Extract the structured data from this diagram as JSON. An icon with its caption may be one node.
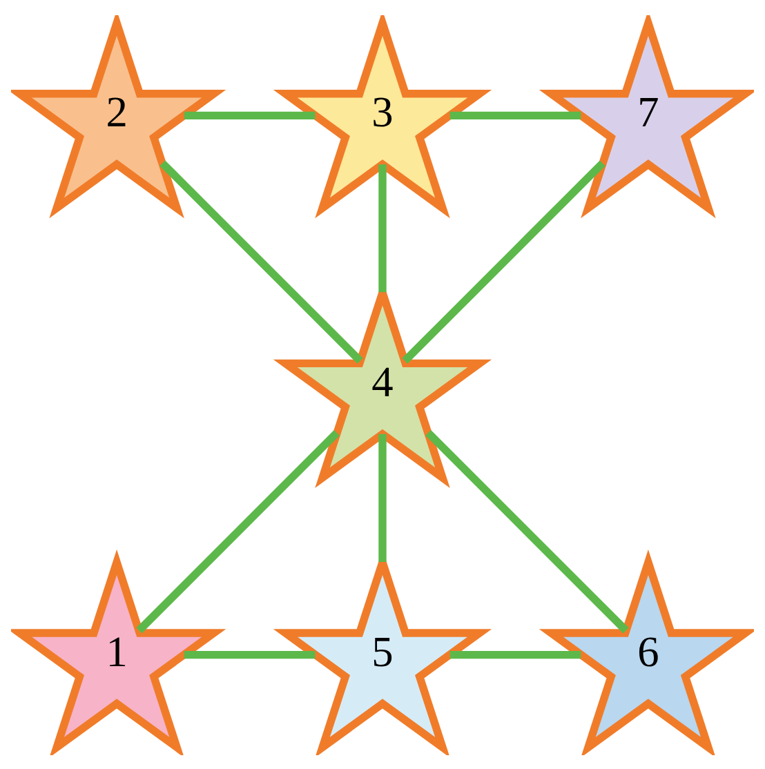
{
  "diagram": {
    "nodes": [
      {
        "text": [
          "2"
        ]
      },
      {
        "text": [
          "3"
        ]
      },
      {
        "text": [
          "7"
        ]
      },
      {
        "text": [
          "4"
        ]
      },
      {
        "text": [
          "1"
        ]
      },
      {
        "text": [
          "5"
        ]
      },
      {
        "text": [
          "6"
        ]
      }
    ],
    "edges": [
      {
        "from": 0,
        "to": 1,
        "arrow": "none"
      },
      {
        "from": 1,
        "to": 2,
        "arrow": "none"
      },
      {
        "from": 0,
        "to": 3,
        "arrow": "none"
      },
      {
        "from": 1,
        "to": 3,
        "arrow": "none"
      },
      {
        "from": 2,
        "to": 3,
        "arrow": "none"
      },
      {
        "from": 3,
        "to": 4,
        "arrow": "none"
      },
      {
        "from": 3,
        "to": 5,
        "arrow": "none"
      },
      {
        "from": 3,
        "to": 6,
        "arrow": "none"
      },
      {
        "from": 4,
        "to": 5,
        "arrow": "none"
      },
      {
        "from": 5,
        "to": 6,
        "arrow": "none"
      }
    ]
  }
}
